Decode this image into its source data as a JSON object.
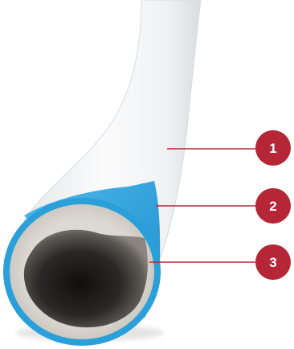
{
  "colors": {
    "background": "#ffffff",
    "outer_layer": "#f4f5f6",
    "middle_layer": "#2a9fd9",
    "inner_layer": "#d4d1ca",
    "bore_dark": "#1e1d1b",
    "callout": "#b52736",
    "callout_text": "#ffffff"
  },
  "callouts": [
    {
      "number": "1",
      "layer": "outer-white-layer"
    },
    {
      "number": "2",
      "layer": "blue-middle-layer"
    },
    {
      "number": "3",
      "layer": "inner-beige-layer"
    }
  ]
}
